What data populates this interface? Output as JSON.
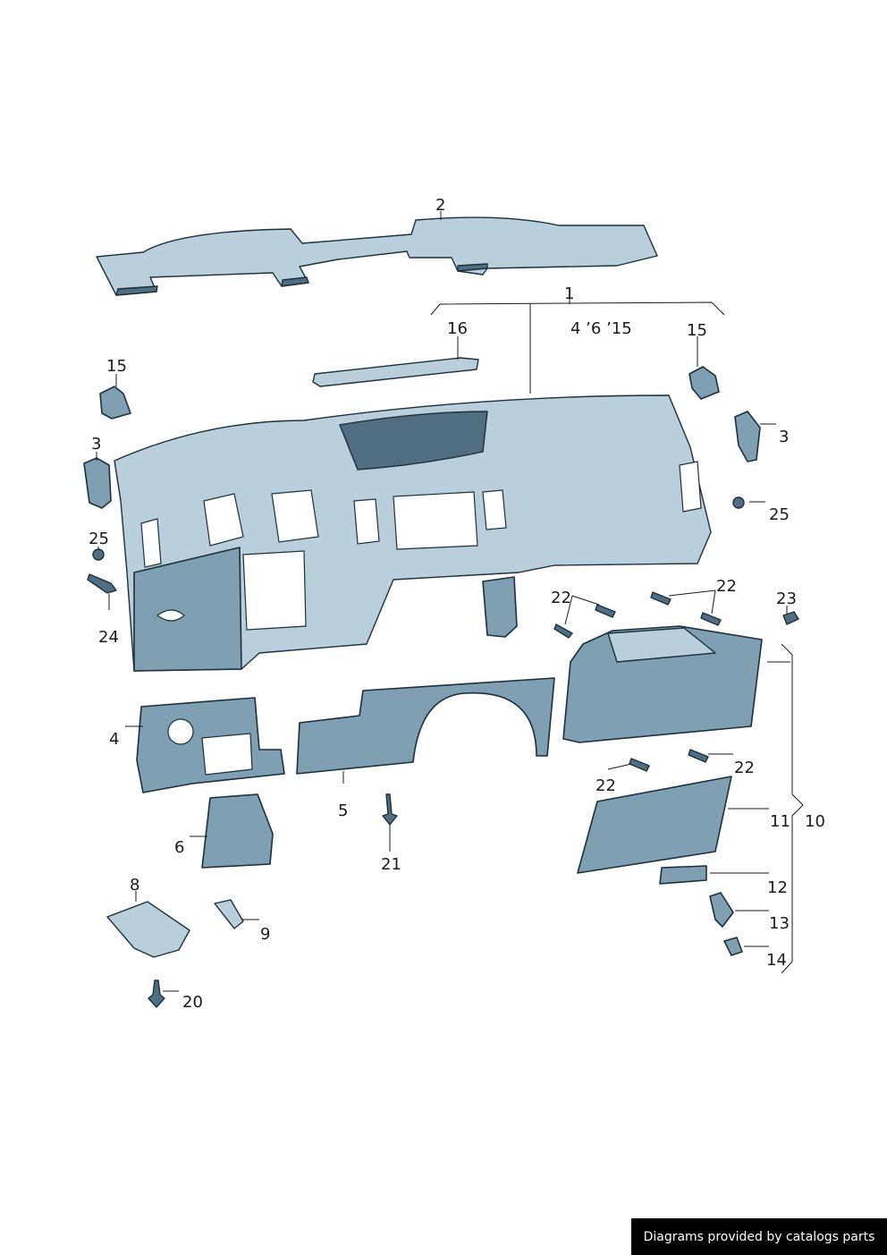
{
  "callouts": {
    "c1": "1",
    "c1_note": "4 ’6 ’15",
    "c2": "2",
    "c3_left": "3",
    "c3_right": "3",
    "c4": "4",
    "c5": "5",
    "c6": "6",
    "c8": "8",
    "c9": "9",
    "c10": "10",
    "c11": "11",
    "c12": "12",
    "c13": "13",
    "c14": "14",
    "c15_left": "15",
    "c15_right": "15",
    "c16": "16",
    "c20": "20",
    "c21": "21",
    "c22_a": "22",
    "c22_b": "22",
    "c22_c": "22",
    "c22_d": "22",
    "c23": "23",
    "c24": "24",
    "c25_left": "25",
    "c25_right": "25"
  },
  "footer": {
    "credit": "Diagrams provided by catalogs parts"
  },
  "colors": {
    "part_fill": "#7f9fb3",
    "part_highlight": "#b9cfdc",
    "outline": "#1c2f3b",
    "background": "#ffffff"
  }
}
